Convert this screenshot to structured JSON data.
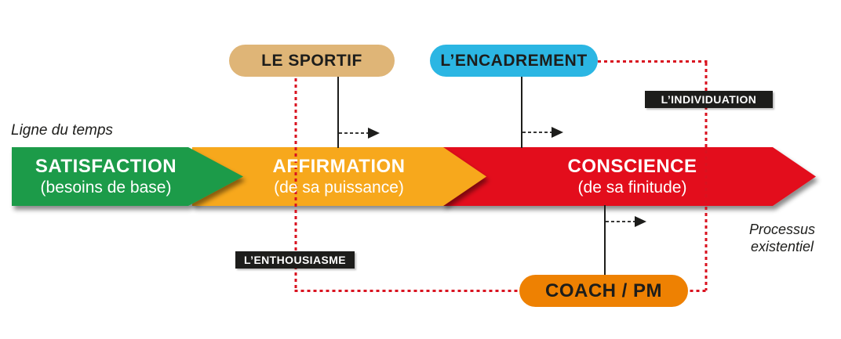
{
  "title_labels": {
    "timeline": "Ligne du temps",
    "process_line1": "Processus",
    "process_line2": "existentiel"
  },
  "stages": [
    {
      "title": "SATISFACTION",
      "subtitle": "(besoins de base)",
      "color": "#1e9b48"
    },
    {
      "title": "AFFIRMATION",
      "subtitle": "(de sa puissance)",
      "color": "#f7a81f"
    },
    {
      "title": "CONSCIENCE",
      "subtitle": "(de sa finitude)",
      "color": "#e30e1b"
    }
  ],
  "pills": [
    {
      "id": "sportif",
      "label": "LE SPORTIF",
      "color": "#dfb577"
    },
    {
      "id": "encadrement",
      "label": "L’ENCADREMENT",
      "color": "#2bb6e3"
    },
    {
      "id": "coach",
      "label": "COACH / PM",
      "color": "#ee8102"
    }
  ],
  "tags": [
    {
      "id": "individuation",
      "label": "L’INDIVIDUATION",
      "color": "#1d1d1b"
    },
    {
      "id": "enthousiasme",
      "label": "L’ENTHOUSIASME",
      "color": "#1d1d1b"
    }
  ],
  "connector_colors": {
    "dotted_loop": "#d9121f",
    "solid_line": "#1d1d1b"
  }
}
